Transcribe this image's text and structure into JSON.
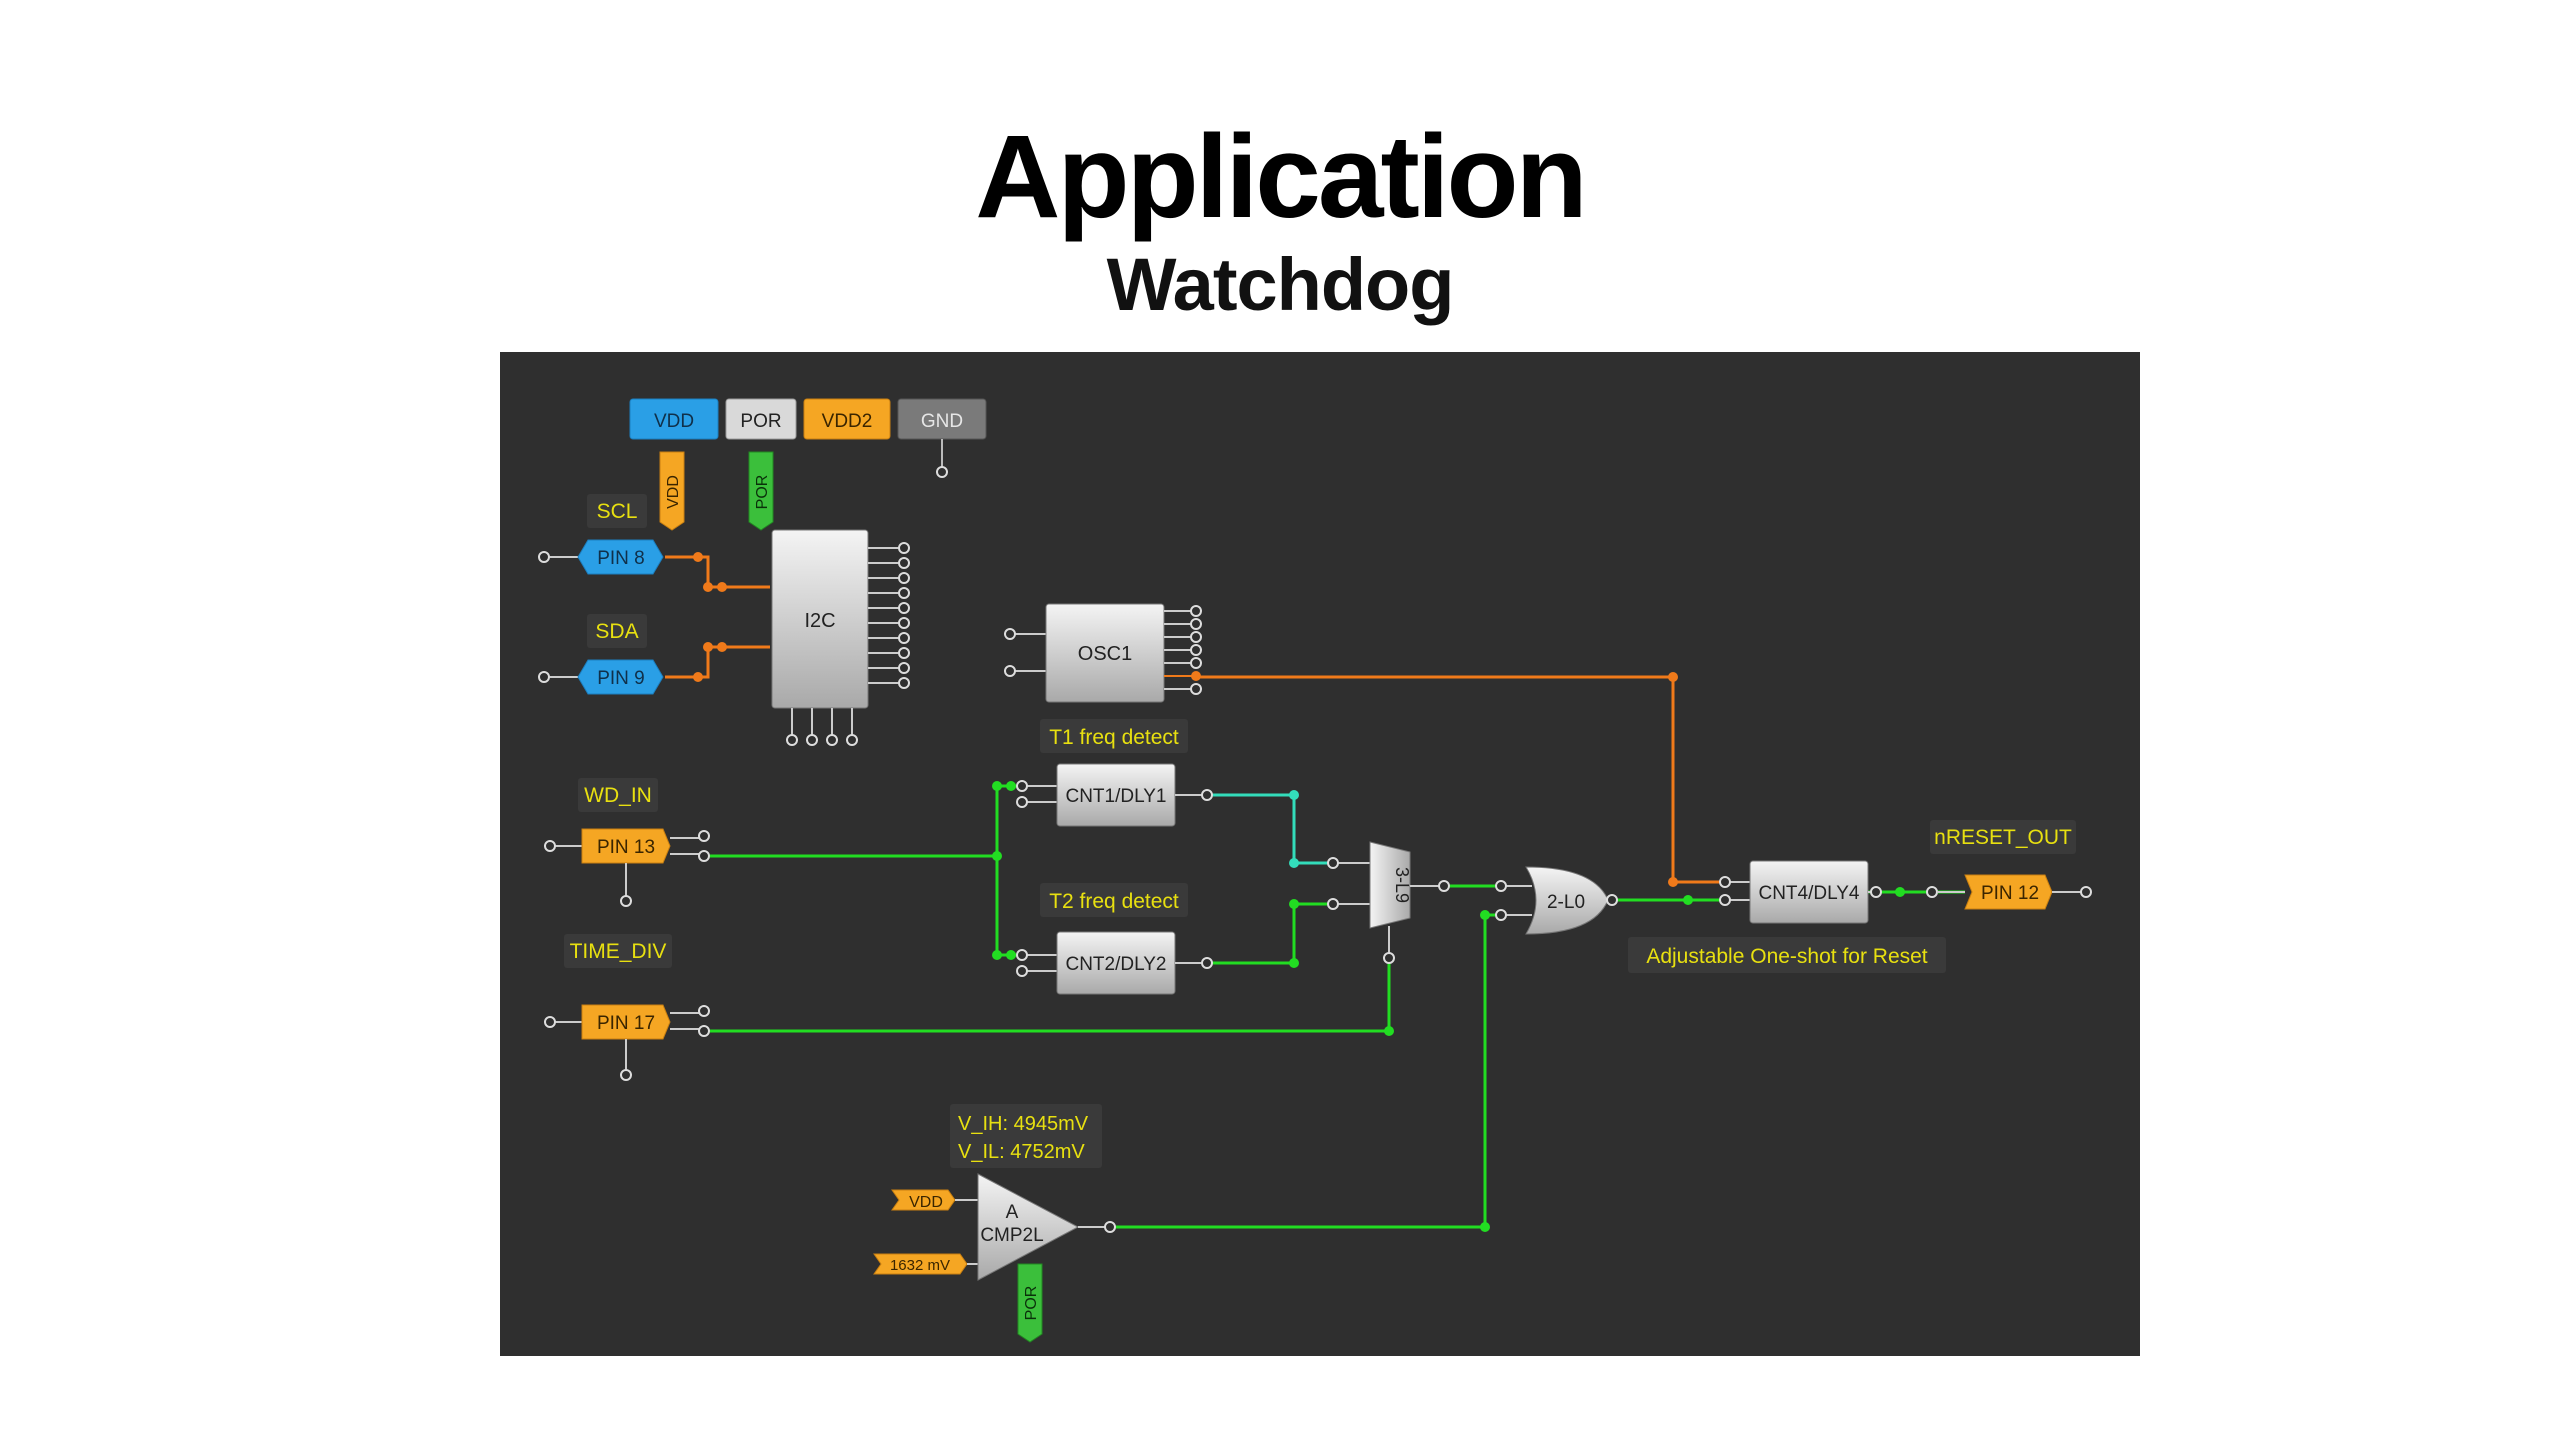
{
  "slide": {
    "title": "Application",
    "subtitle": "Watchdog"
  },
  "colors": {
    "canvas": "#2f2f2f",
    "green_wire": "#22dd22",
    "orange_wire": "#f07a1a",
    "teal_wire": "#33ddbb",
    "label_text": "#e8e010",
    "pin_blue": "#2a9fe6",
    "pin_orange": "#f5a623",
    "por_green": "#3bbf3b"
  },
  "power": {
    "vdd": "VDD",
    "por": "POR",
    "vdd2": "VDD2",
    "gnd": "GND",
    "vdd_tag": "VDD",
    "por_tag": "POR"
  },
  "pins": {
    "scl_label": "SCL",
    "pin8": "PIN 8",
    "sda_label": "SDA",
    "pin9": "PIN 9",
    "wd_in_label": "WD_IN",
    "pin13": "PIN 13",
    "time_div_label": "TIME_DIV",
    "pin17": "PIN 17",
    "nreset_label": "nRESET_OUT",
    "pin12": "PIN 12"
  },
  "blocks": {
    "i2c": "I2C",
    "osc1": "OSC1",
    "t1_label": "T1 freq detect",
    "cnt1": "CNT1/DLY1",
    "t2_label": "T2 freq detect",
    "cnt2": "CNT2/DLY2",
    "lut3": "3-L9",
    "lut2": "2-L0",
    "cnt4": "CNT4/DLY4",
    "cnt4_label": "Adjustable One-shot for Reset",
    "cmp_vih": "V_IH: 4945mV",
    "cmp_vil": "V_IL: 4752mV",
    "cmp_a": "A",
    "cmp_name": "CMP2L",
    "cmp_vdd": "VDD",
    "cmp_ref": "1632 mV",
    "cmp_por": "POR"
  }
}
